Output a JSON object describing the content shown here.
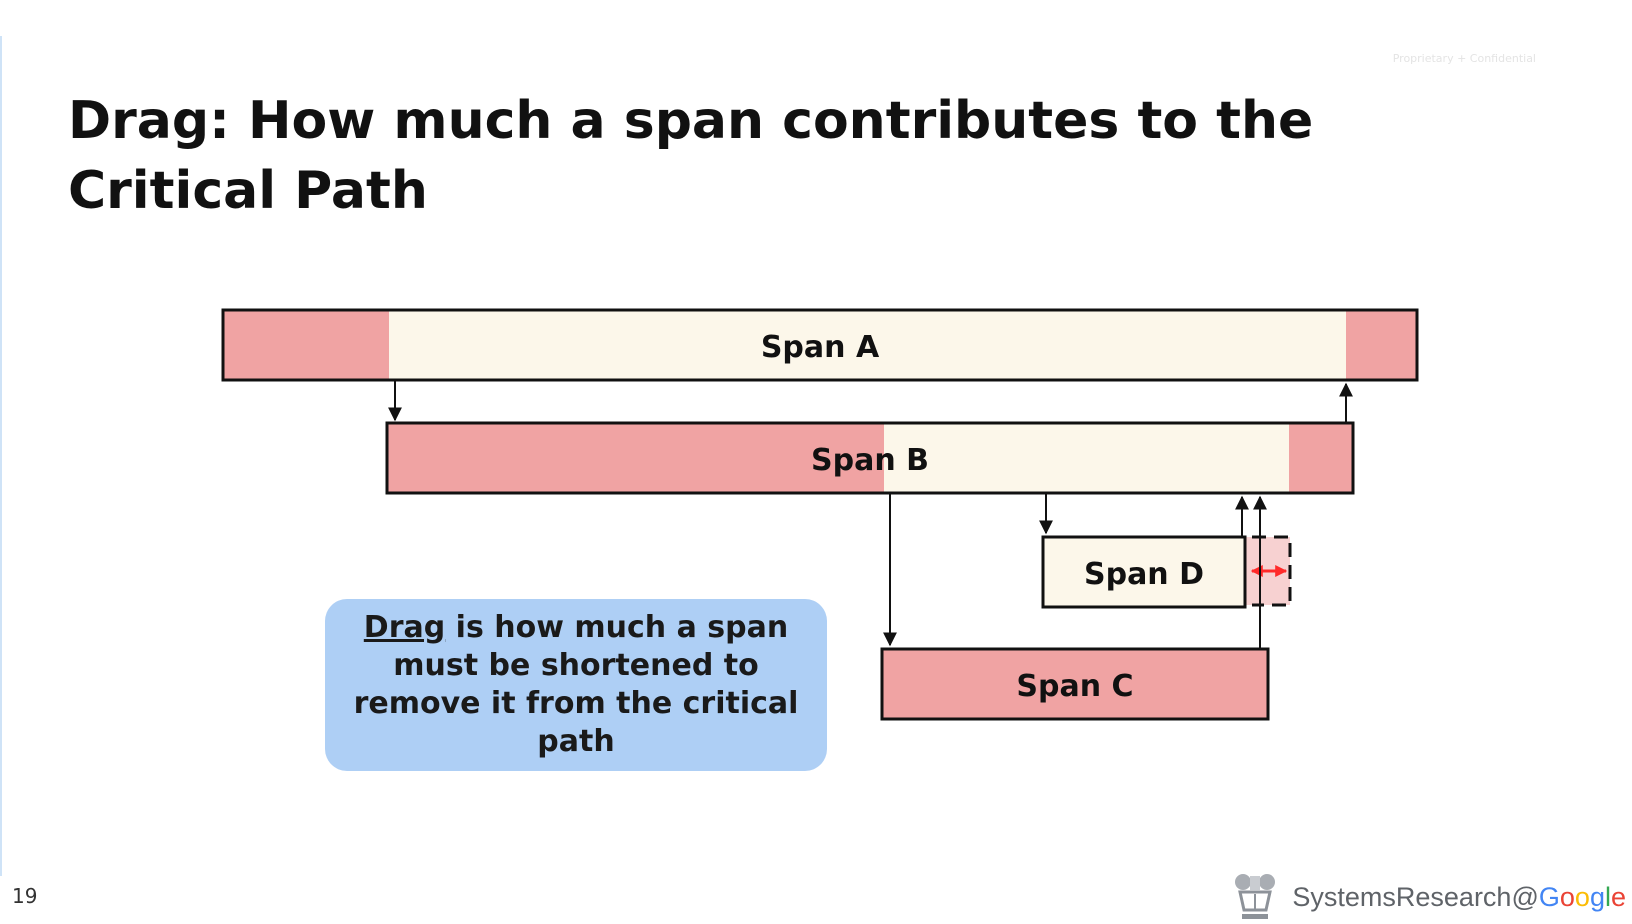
{
  "slide": {
    "title": "Drag: How much a span contributes to the Critical Path",
    "page_number": "19",
    "confidential_label": "Proprietary + Confidential"
  },
  "spans": {
    "a": {
      "label": "Span A"
    },
    "b": {
      "label": "Span B"
    },
    "c": {
      "label": "Span C"
    },
    "d": {
      "label": "Span D"
    }
  },
  "callout": {
    "term": "Drag",
    "rest": " is how much a span must be shortened to remove it from the critical path"
  },
  "brand": {
    "prefix": "SystemsResearch@",
    "google_letters": [
      "G",
      "o",
      "o",
      "g",
      "l",
      "e"
    ]
  },
  "colors": {
    "critical": "#f0a3a3",
    "non_critical": "#fcf7ea",
    "drag_arrow": "#ff2a2a",
    "callout_bg": "#aecff5",
    "outline": "#111111"
  }
}
